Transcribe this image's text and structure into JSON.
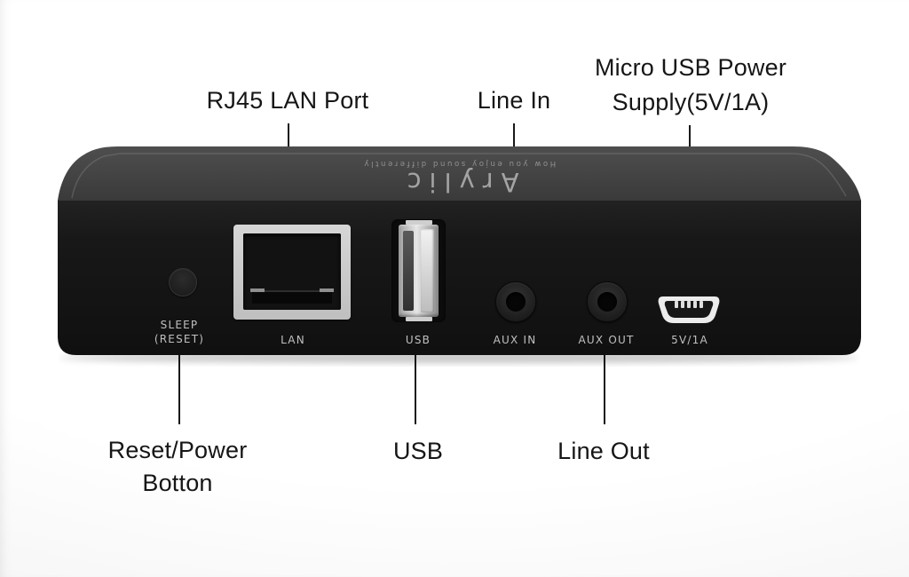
{
  "callouts": {
    "rj45": "RJ45 LAN Port",
    "line_in": "Line In",
    "micro_usb_1": "Micro USB Power",
    "micro_usb_2": "Supply(5V/1A)",
    "reset_1": "Reset/Power",
    "reset_2": "Botton",
    "usb": "USB",
    "line_out": "Line Out"
  },
  "device": {
    "brand": "Arylic",
    "tagline": "How you enjoy sound differently",
    "panel": {
      "sleep_1": "SLEEP",
      "sleep_2": "(RESET)",
      "lan": "LAN",
      "usb": "USB",
      "aux_in": "AUX IN",
      "aux_out": "AUX OUT",
      "power": "5V/1A"
    }
  },
  "colors": {
    "background": "#ffffff",
    "device_front": "#161616",
    "device_top_face": "#424242",
    "port_bezel_silver": "#c7c7c7",
    "micro_usb_white": "#ececec",
    "panel_label_gray": "#c0c0c0",
    "callout_text": "#161616",
    "callout_line": "#191919"
  }
}
